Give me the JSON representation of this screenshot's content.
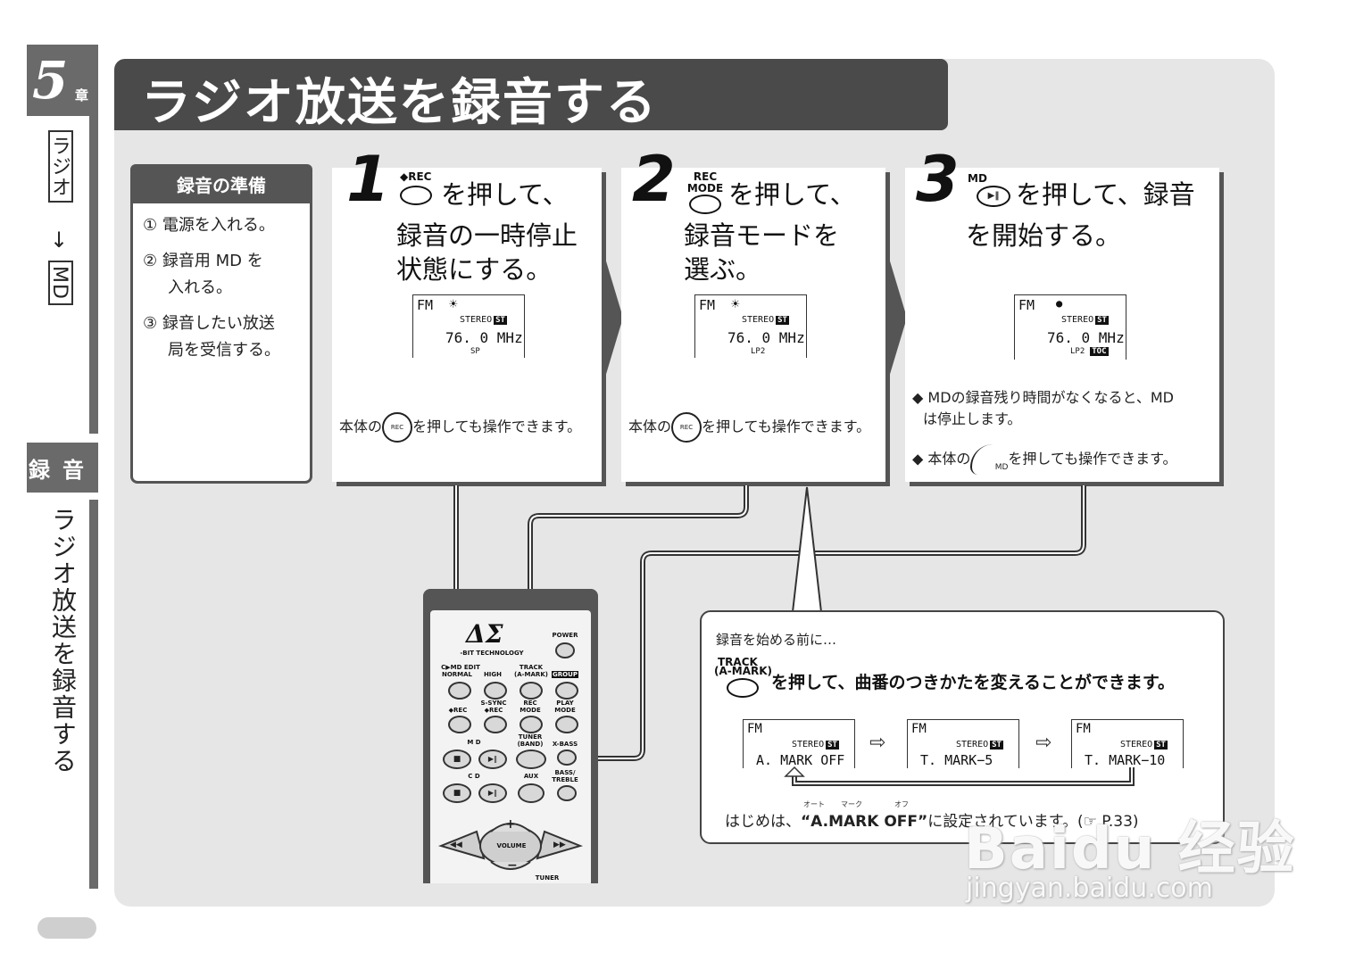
{
  "chapter": {
    "number": "5",
    "kanji": "章",
    "tab_top": "ラジオ",
    "tab_arrow": "↓",
    "tab_bottom": "MD",
    "section": "録音",
    "side_title": "ラジオ放送を録音する"
  },
  "page_title": "ラジオ放送を録音する",
  "prep": {
    "heading": "録音の準備",
    "items": [
      "① 電源を入れる。",
      "② 録音用 MD を",
      "入れる。",
      "③ 録音したい放送",
      "局を受信する。"
    ]
  },
  "steps": [
    {
      "num": "1",
      "button_label": "◆REC",
      "text_line1": "を押して、",
      "text_line2": "録音の一時停止",
      "text_line3": "状態にする。",
      "lcd": {
        "fm": "FM",
        "indicator": "☀",
        "stereo": "STEREO",
        "st": "ST",
        "freq": "76. 0  MHz",
        "mode": "SP"
      },
      "note_pre": "本体の",
      "note_icon": "REC",
      "note_post": "を押しても操作できます。"
    },
    {
      "num": "2",
      "button_label": "REC MODE",
      "text_line1": "を押して、",
      "text_line2": "録音モードを",
      "text_line3": "選ぶ。",
      "lcd": {
        "fm": "FM",
        "indicator": "☀",
        "stereo": "STEREO",
        "st": "ST",
        "freq": "76. 0  MHz",
        "mode": "LP2"
      },
      "note_pre": "本体の",
      "note_icon": "REC",
      "note_post": "を押しても操作できます。"
    },
    {
      "num": "3",
      "button_label": "MD",
      "text_line1": "を押して、録音",
      "text_line2": "を開始する。",
      "lcd": {
        "fm": "FM",
        "indicator": "●",
        "stereo": "STEREO",
        "st": "ST",
        "freq": "76. 0  MHz",
        "mode": "LP2",
        "toc": "TOC"
      },
      "note1_line1": "MDの録音残り時間がなくなると、MD",
      "note1_line2": "は停止します。",
      "note2_pre": "本体の",
      "note2_icon": "MD",
      "note2_post": "を押しても操作できます。"
    }
  ],
  "remote": {
    "logo": "ΔΣ",
    "logo_sub": "-BIT TECHNOLOGY",
    "power": "POWER",
    "labels": [
      "C▶MD EDIT",
      "NORMAL",
      "HIGH",
      "TRACK",
      "(A-MARK)",
      "GROUP",
      "◆REC",
      "S-SYNC",
      "◆REC",
      "REC",
      "MODE",
      "PLAY",
      "MODE",
      "M D",
      "TUNER",
      "(BAND)",
      "X-BASS",
      "C D",
      "AUX",
      "BASS/",
      "TREBLE",
      "VOLUME",
      "TUNER"
    ]
  },
  "tip": {
    "heading": "録音を始める前に…",
    "button_label_line1": "TRACK",
    "button_label_line2": "(A-MARK)",
    "main_text": "を押して、曲番のつきかたを変えることができます。",
    "displays": [
      {
        "fm": "FM",
        "stereo": "STEREO",
        "st": "ST",
        "value": "A. MARK  OFF"
      },
      {
        "fm": "FM",
        "stereo": "STEREO",
        "st": "ST",
        "value": "T. MARK−5"
      },
      {
        "fm": "FM",
        "stereo": "STEREO",
        "st": "ST",
        "value": "T. MARK−10"
      }
    ],
    "arrow": "⇨",
    "ruby": [
      "オート",
      "マーク",
      "オフ"
    ],
    "foot_pre": "はじめは、",
    "foot_quote": "“A.MARK OFF”",
    "foot_post": "に設定されています。(☞ P.33)"
  },
  "watermark": {
    "line1": "Baidu 经验",
    "line2": "jingyan.baidu.com"
  }
}
